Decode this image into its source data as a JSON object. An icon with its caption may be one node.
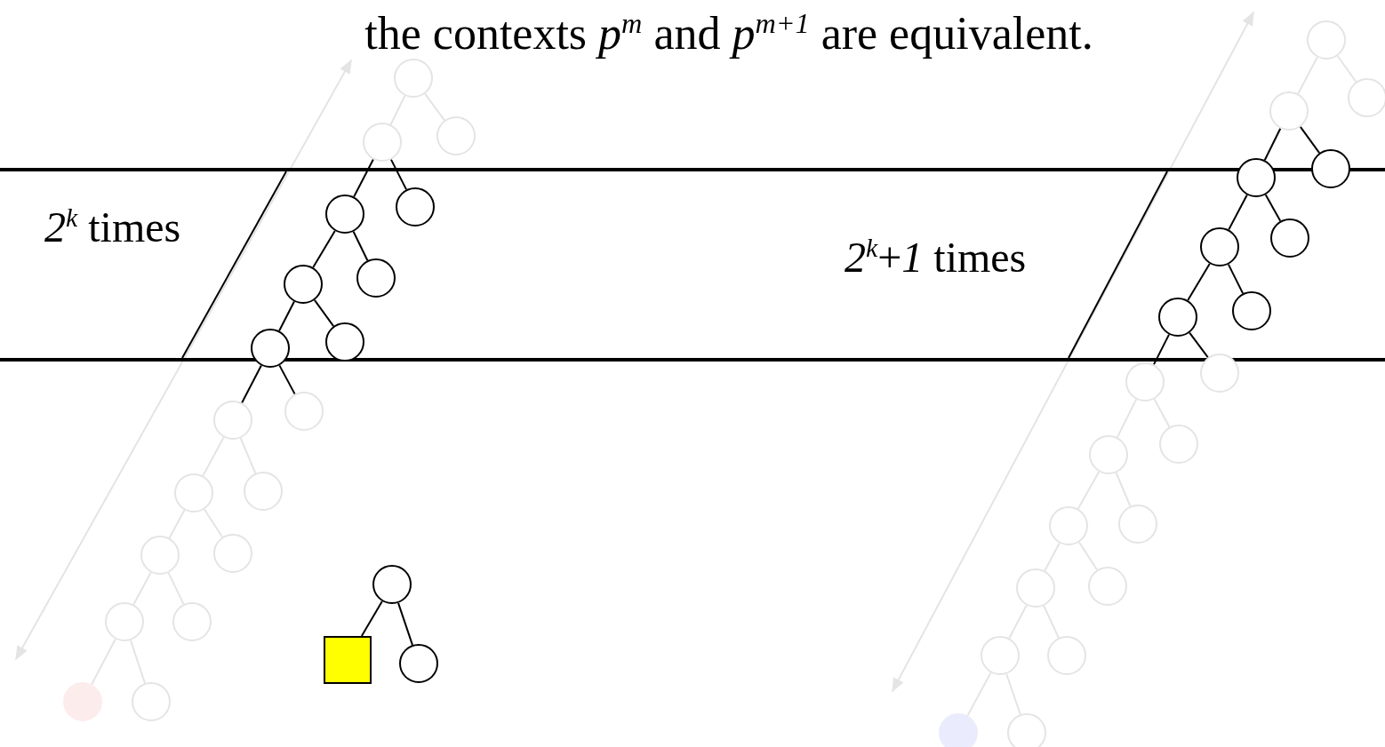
{
  "diagram": {
    "title": "the contexts *p*$^{m}$ and  *p*$^{m+1}$ are equivalent.",
    "nodes": [
      {
        "text": [],
        "shape": "circle"
      },
      {
        "text": [],
        "shape": "circle"
      },
      {
        "text": [],
        "shape": "circle"
      },
      {
        "text": [],
        "shape": "circle"
      },
      {
        "text": [],
        "shape": "circle"
      },
      {
        "text": [],
        "shape": "circle"
      },
      {
        "text": [],
        "shape": "circle"
      },
      {
        "text": [],
        "shape": "circle"
      },
      {
        "text": [],
        "shape": "circle"
      },
      {
        "text": [],
        "shape": "circle"
      },
      {
        "text": [],
        "shape": "circle"
      },
      {
        "text": [],
        "shape": "circle"
      },
      {
        "text": [],
        "shape": "circle"
      },
      {
        "text": [],
        "shape": "circle"
      },
      {
        "text": [],
        "shape": "circle"
      },
      {
        "text": [],
        "shape": "circle"
      },
      {
        "text": [],
        "shape": "circle"
      },
      {
        "text": [],
        "shape": "circle"
      },
      {
        "text": [],
        "shape": "circle"
      },
      {
        "text": [],
        "shape": "circle"
      },
      {
        "text": [],
        "shape": "circle"
      },
      {
        "text": [],
        "shape": "circle"
      },
      {
        "text": [],
        "shape": "circle"
      },
      {
        "text": [],
        "shape": "circle"
      },
      {
        "text": [],
        "shape": "circle"
      },
      {
        "text": [],
        "shape": "circle"
      },
      {
        "text": [],
        "shape": "circle"
      },
      {
        "text": [],
        "shape": "circle"
      },
      {
        "text": [],
        "shape": "circle"
      },
      {
        "text": [],
        "shape": "circle"
      },
      {
        "text": [],
        "shape": "circle"
      },
      {
        "text": [],
        "shape": "circle"
      },
      {
        "text": [],
        "shape": "circle"
      },
      {
        "text": [],
        "shape": "circle"
      },
      {
        "text": [],
        "shape": "circle"
      },
      {
        "text": [],
        "shape": "circle"
      },
      {
        "text": [],
        "shape": "circle"
      },
      {
        "text": [],
        "shape": "circle"
      },
      {
        "text": [],
        "shape": "circle"
      },
      {
        "text": [],
        "shape": "circle"
      },
      {
        "text": [],
        "shape": "circle"
      },
      {
        "text": [],
        "shape": "box"
      },
      {
        "text": [],
        "shape": "circle"
      }
    ],
    "edges": [
      {
        "from": 0,
        "to": 1,
        "arrow": "none"
      },
      {
        "from": 0,
        "to": 2,
        "arrow": "none"
      },
      {
        "from": 1,
        "to": 3,
        "arrow": "none",
        "color": "#000000"
      },
      {
        "from": 1,
        "to": 4,
        "arrow": "none",
        "color": "#000000"
      },
      {
        "from": 3,
        "to": 5,
        "arrow": "none",
        "color": "#000000"
      },
      {
        "from": 3,
        "to": 6,
        "arrow": "none",
        "color": "#000000"
      },
      {
        "from": 5,
        "to": 7,
        "arrow": "none",
        "color": "#000000"
      },
      {
        "from": 5,
        "to": 8,
        "arrow": "none",
        "color": "#000000"
      },
      {
        "from": 7,
        "to": 9,
        "arrow": "none",
        "color": "#000000"
      },
      {
        "from": 7,
        "to": 10,
        "arrow": "none",
        "color": "#000000"
      },
      {
        "from": 9,
        "to": 11,
        "arrow": "none"
      },
      {
        "from": 9,
        "to": 12,
        "arrow": "none"
      },
      {
        "from": 11,
        "to": 13,
        "arrow": "none"
      },
      {
        "from": 11,
        "to": 14,
        "arrow": "none"
      },
      {
        "from": 13,
        "to": 15,
        "arrow": "none"
      },
      {
        "from": 13,
        "to": 16,
        "arrow": "none"
      },
      {
        "from": 15,
        "to": 17,
        "arrow": "none"
      },
      {
        "from": 15,
        "to": 18,
        "arrow": "none"
      },
      {
        "from": 19,
        "to": 20,
        "arrow": "none"
      },
      {
        "from": 19,
        "to": 21,
        "arrow": "none"
      },
      {
        "from": 20,
        "to": 22,
        "arrow": "none",
        "color": "#000000"
      },
      {
        "from": 20,
        "to": 23,
        "arrow": "none",
        "color": "#000000"
      },
      {
        "from": 22,
        "to": 24,
        "arrow": "none",
        "color": "#000000"
      },
      {
        "from": 22,
        "to": 25,
        "arrow": "none",
        "color": "#000000"
      },
      {
        "from": 24,
        "to": 26,
        "arrow": "none",
        "color": "#000000"
      },
      {
        "from": 24,
        "to": 27,
        "arrow": "none",
        "color": "#000000"
      },
      {
        "from": 26,
        "to": 28,
        "arrow": "none",
        "color": "#000000"
      },
      {
        "from": 26,
        "to": 29,
        "arrow": "none",
        "color": "#000000"
      },
      {
        "from": 28,
        "to": 30,
        "arrow": "none"
      },
      {
        "from": 28,
        "to": 31,
        "arrow": "none"
      },
      {
        "from": 30,
        "to": 32,
        "arrow": "none"
      },
      {
        "from": 30,
        "to": 33,
        "arrow": "none"
      },
      {
        "from": 32,
        "to": 34,
        "arrow": "none"
      },
      {
        "from": 32,
        "to": 35,
        "arrow": "none"
      },
      {
        "from": 34,
        "to": 36,
        "arrow": "none"
      },
      {
        "from": 34,
        "to": 37,
        "arrow": "none"
      },
      {
        "from": 36,
        "to": 38,
        "arrow": "none"
      },
      {
        "from": 36,
        "to": 39,
        "arrow": "none"
      },
      {
        "from": 40,
        "to": 41,
        "arrow": "none",
        "color": "#000000"
      },
      {
        "from": 40,
        "to": 42,
        "arrow": "none",
        "color": "#000000"
      }
    ],
    "labels": [
      "*2*$^{k}$ times",
      "*2*$^{k}$+*1* times"
    ]
  }
}
